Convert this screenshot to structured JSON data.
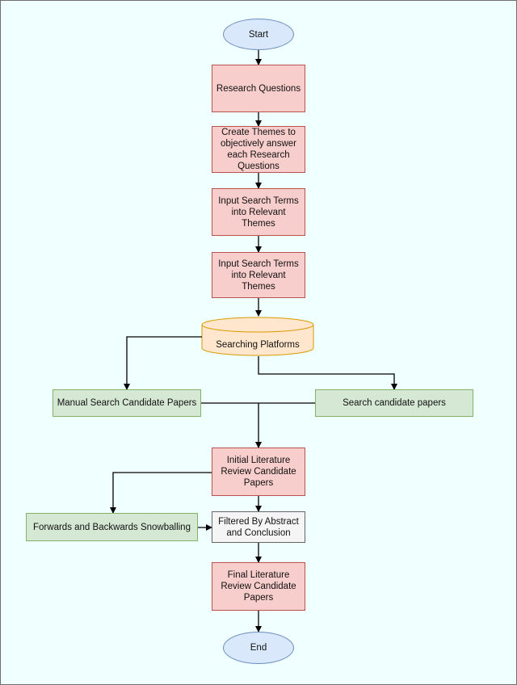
{
  "nodes": {
    "start": "Start",
    "research_questions": "Research Questions",
    "create_themes": "Create Themes to objectively answer each Research Questions",
    "input_terms_1": "Input Search Terms into Relevant Themes",
    "input_terms_2": "Input Search Terms into Relevant Themes",
    "searching_platforms": "Searching Platforms",
    "manual_search": "Manual Search Candidate Papers",
    "search_candidate": "Search candidate papers",
    "initial_review": "Initial Literature Review Candidate Papers",
    "snowballing": "Forwards and Backwards Snowballing",
    "filtered": "Filtered By Abstract and Conclusion",
    "final_review": "Final Literature Review Candidate Papers",
    "end": "End"
  },
  "colors": {
    "background": "#f0ffff",
    "process_fill": "#f8cecc",
    "process_stroke": "#b85450",
    "green_fill": "#d5e8d4",
    "green_stroke": "#82b366",
    "terminal_fill": "#dae8fc",
    "terminal_stroke": "#6c8ebf",
    "database_fill": "#ffe6cc",
    "database_stroke": "#d79b00"
  }
}
